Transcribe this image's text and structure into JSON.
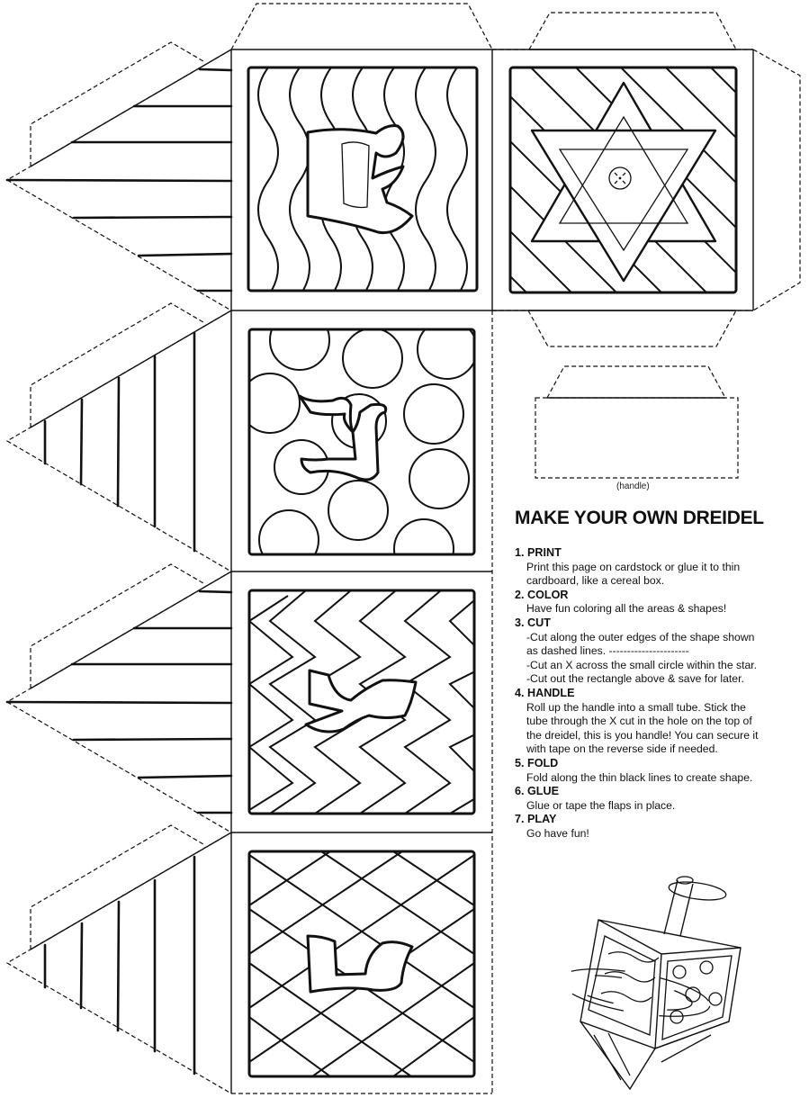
{
  "page": {
    "title": "MAKE YOUR OWN DREIDEL",
    "handle_label": "(handle)"
  },
  "steps": [
    {
      "heading": "1. PRINT",
      "lines": [
        "Print this page on cardstock or glue it to thin",
        "cardboard, like a cereal box."
      ]
    },
    {
      "heading": "2. COLOR",
      "lines": [
        "Have fun coloring all the areas & shapes!"
      ]
    },
    {
      "heading": "3. CUT",
      "lines": [
        "-Cut along the outer edges of the shape shown",
        "as dashed lines.  ----------------------",
        "-Cut an X across the small circle within the star.",
        "-Cut out the rectangle above & save for later."
      ]
    },
    {
      "heading": "4. HANDLE",
      "lines": [
        "Roll up the handle into a small tube. Stick the",
        "tube through the X cut in the hole on the top of",
        "the dreidel, this is you handle! You can secure it",
        "with tape on the reverse side if needed."
      ]
    },
    {
      "heading": "5. FOLD",
      "lines": [
        "Fold along the thin black lines to create shape."
      ]
    },
    {
      "heading": "6. GLUE",
      "lines": [
        "Glue or tape the flaps in place."
      ]
    },
    {
      "heading": "7. PLAY",
      "lines": [
        "Go have fun!"
      ]
    }
  ],
  "panels": [
    {
      "name": "nun",
      "pattern": "waves",
      "letter": "נ"
    },
    {
      "name": "star",
      "pattern": "diagonal-stripes",
      "symbol": "star-of-david"
    },
    {
      "name": "gimel",
      "pattern": "circles",
      "letter": "ג"
    },
    {
      "name": "hei",
      "pattern": "zigzag",
      "letter": "ה"
    },
    {
      "name": "shin",
      "pattern": "diamonds",
      "letter": "ש"
    }
  ],
  "colors": {
    "ink": "#111111",
    "paper": "#ffffff"
  }
}
